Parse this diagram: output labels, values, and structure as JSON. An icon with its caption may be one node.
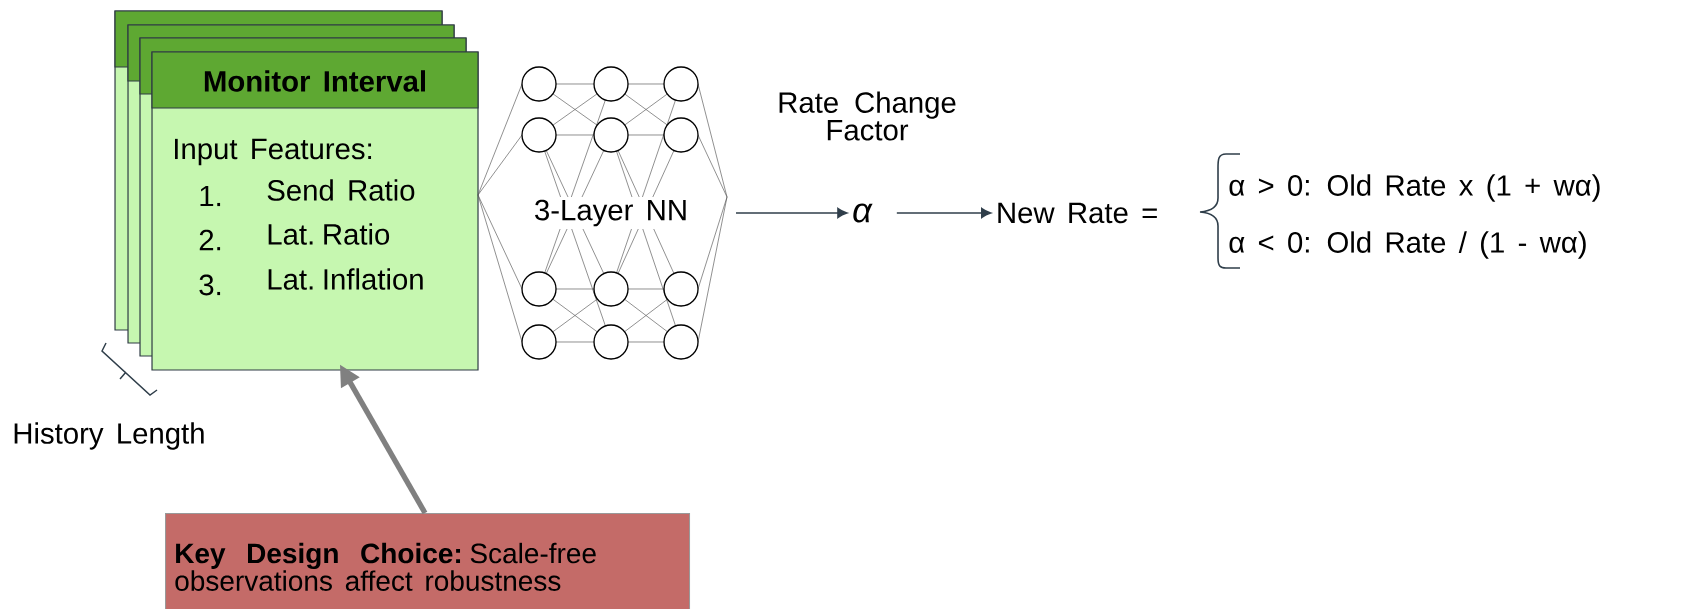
{
  "diagram": {
    "nodes": [
      {
        "text": [],
        "shape": "box"
      },
      {
        "text": [],
        "shape": "box"
      },
      {
        "text": [],
        "shape": "box"
      },
      {
        "text": [
          "Monitor Interval",
          "Input Features:",
          "1.",
          "Send Ratio",
          "2.",
          "Lat. Ratio",
          "3.",
          "Lat. Inflation"
        ]
      },
      {
        "text": [
          "3-Layer NN"
        ]
      },
      {
        "text": [
          "α"
        ],
        "beside": [
          "Rate Change Factor"
        ]
      },
      {
        "text": [
          "New Rate ="
        ]
      },
      {
        "text": [
          "**Key Design Choice:** Scale-free observations affect robustness"
        ]
      }
    ],
    "edges": [
      {
        "from": 4,
        "to": 5,
        "arrow": "to"
      },
      {
        "from": 5,
        "to": 6,
        "arrow": "to"
      },
      {
        "from": 7,
        "to": 3,
        "arrow": "to",
        "style": "thick",
        "color": "#808080"
      }
    ],
    "labels": [
      "α > 0: Old Rate x (1 + wα)",
      "α < 0: Old Rate / (1 - wα)",
      "History Length"
    ]
  }
}
